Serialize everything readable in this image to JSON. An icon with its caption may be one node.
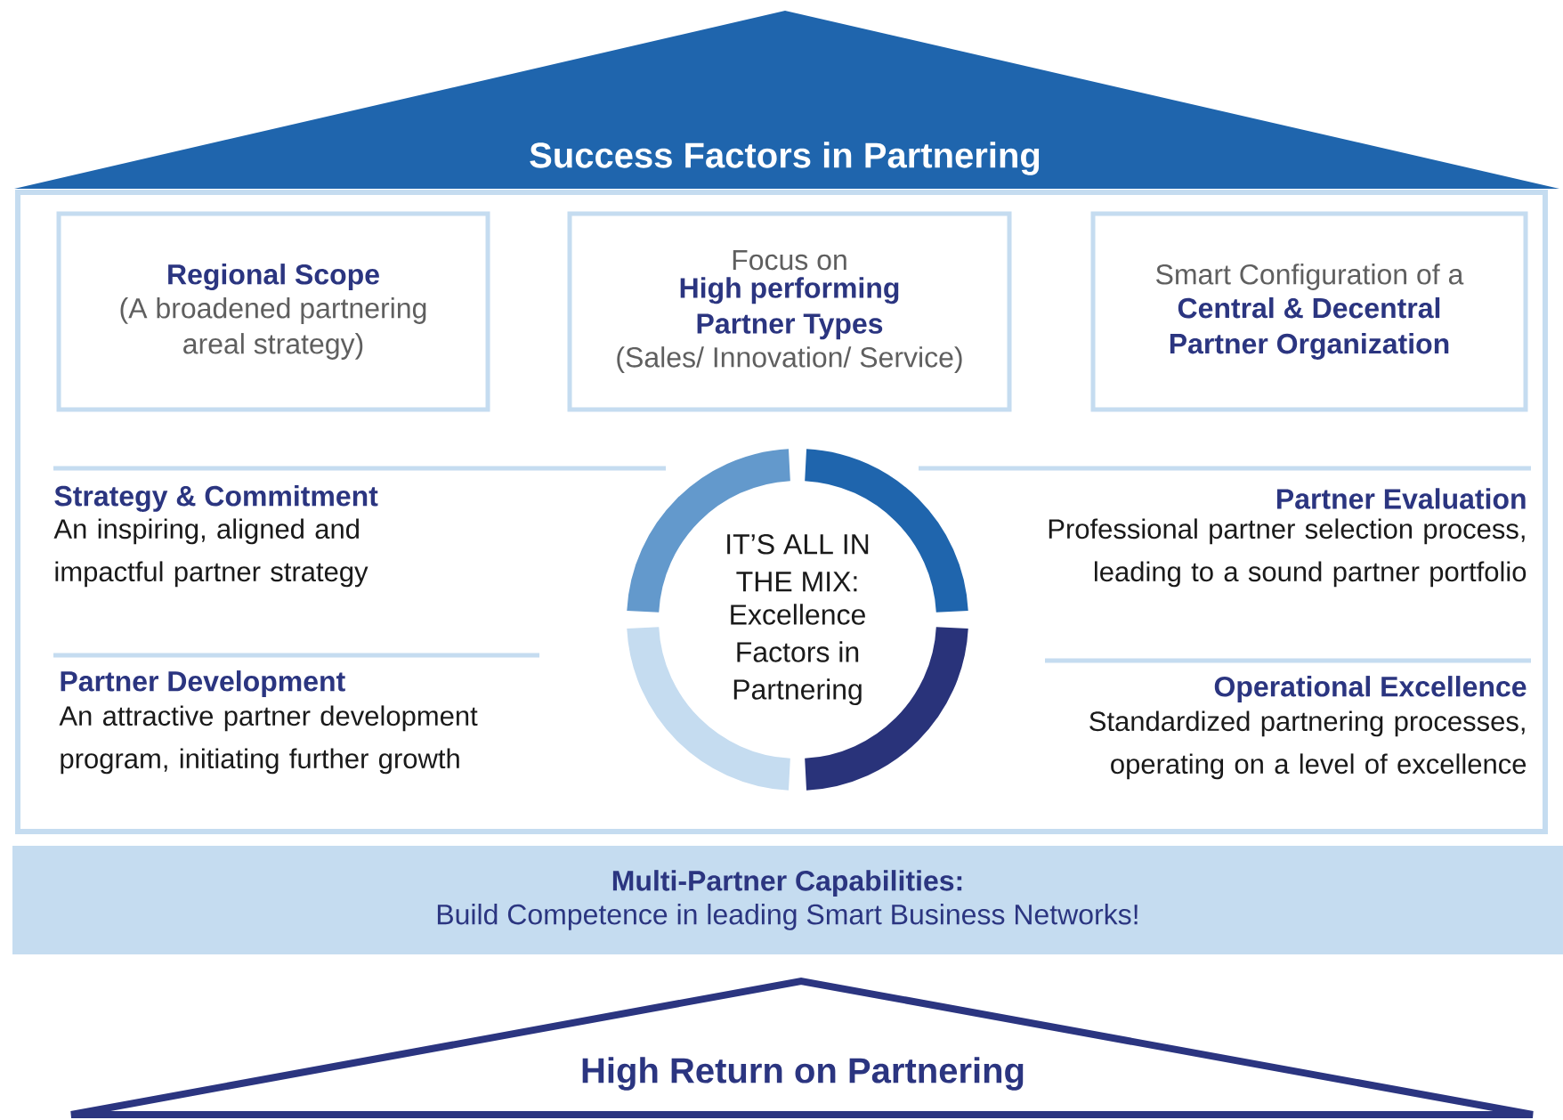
{
  "diagram": {
    "nodes": [
      {
        "text": [
          "Success Factors in Partnering"
        ]
      },
      {
        "text": [],
        "shape": "box"
      },
      {
        "text": [
          "Regional Scope",
          "(A broadened partnering areal strategy)"
        ],
        "in": 1
      },
      {
        "text": [
          "Focus on",
          "High performing Partner Types",
          "(Sales/ Innovation/ Service)"
        ],
        "in": 1
      },
      {
        "text": [
          "Smart Configuration of a",
          "Central & Decentral Partner Organization"
        ],
        "in": 1
      },
      {
        "text": [
          "IT’S ALL IN THE MIX:",
          "Excellence Factors in Partnering"
        ],
        "in": 1
      },
      {
        "text": [
          "Multi-Partner Capabilities:",
          "Build Competence in leading Smart Business Networks!"
        ]
      },
      {
        "text": [
          "High Return on Partnering"
        ]
      }
    ],
    "labels": [
      "Strategy & Commitment",
      "An inspiring, aligned and impactful partner strategy",
      "Partner Evaluation",
      "Professional partner selection process, leading to a sound partner portfolio",
      "Partner Development",
      "An attractive partner development program, initiating further growth",
      "Operational Excellence",
      "Standardized partnering processes, operating on a level of excellence"
    ]
  }
}
